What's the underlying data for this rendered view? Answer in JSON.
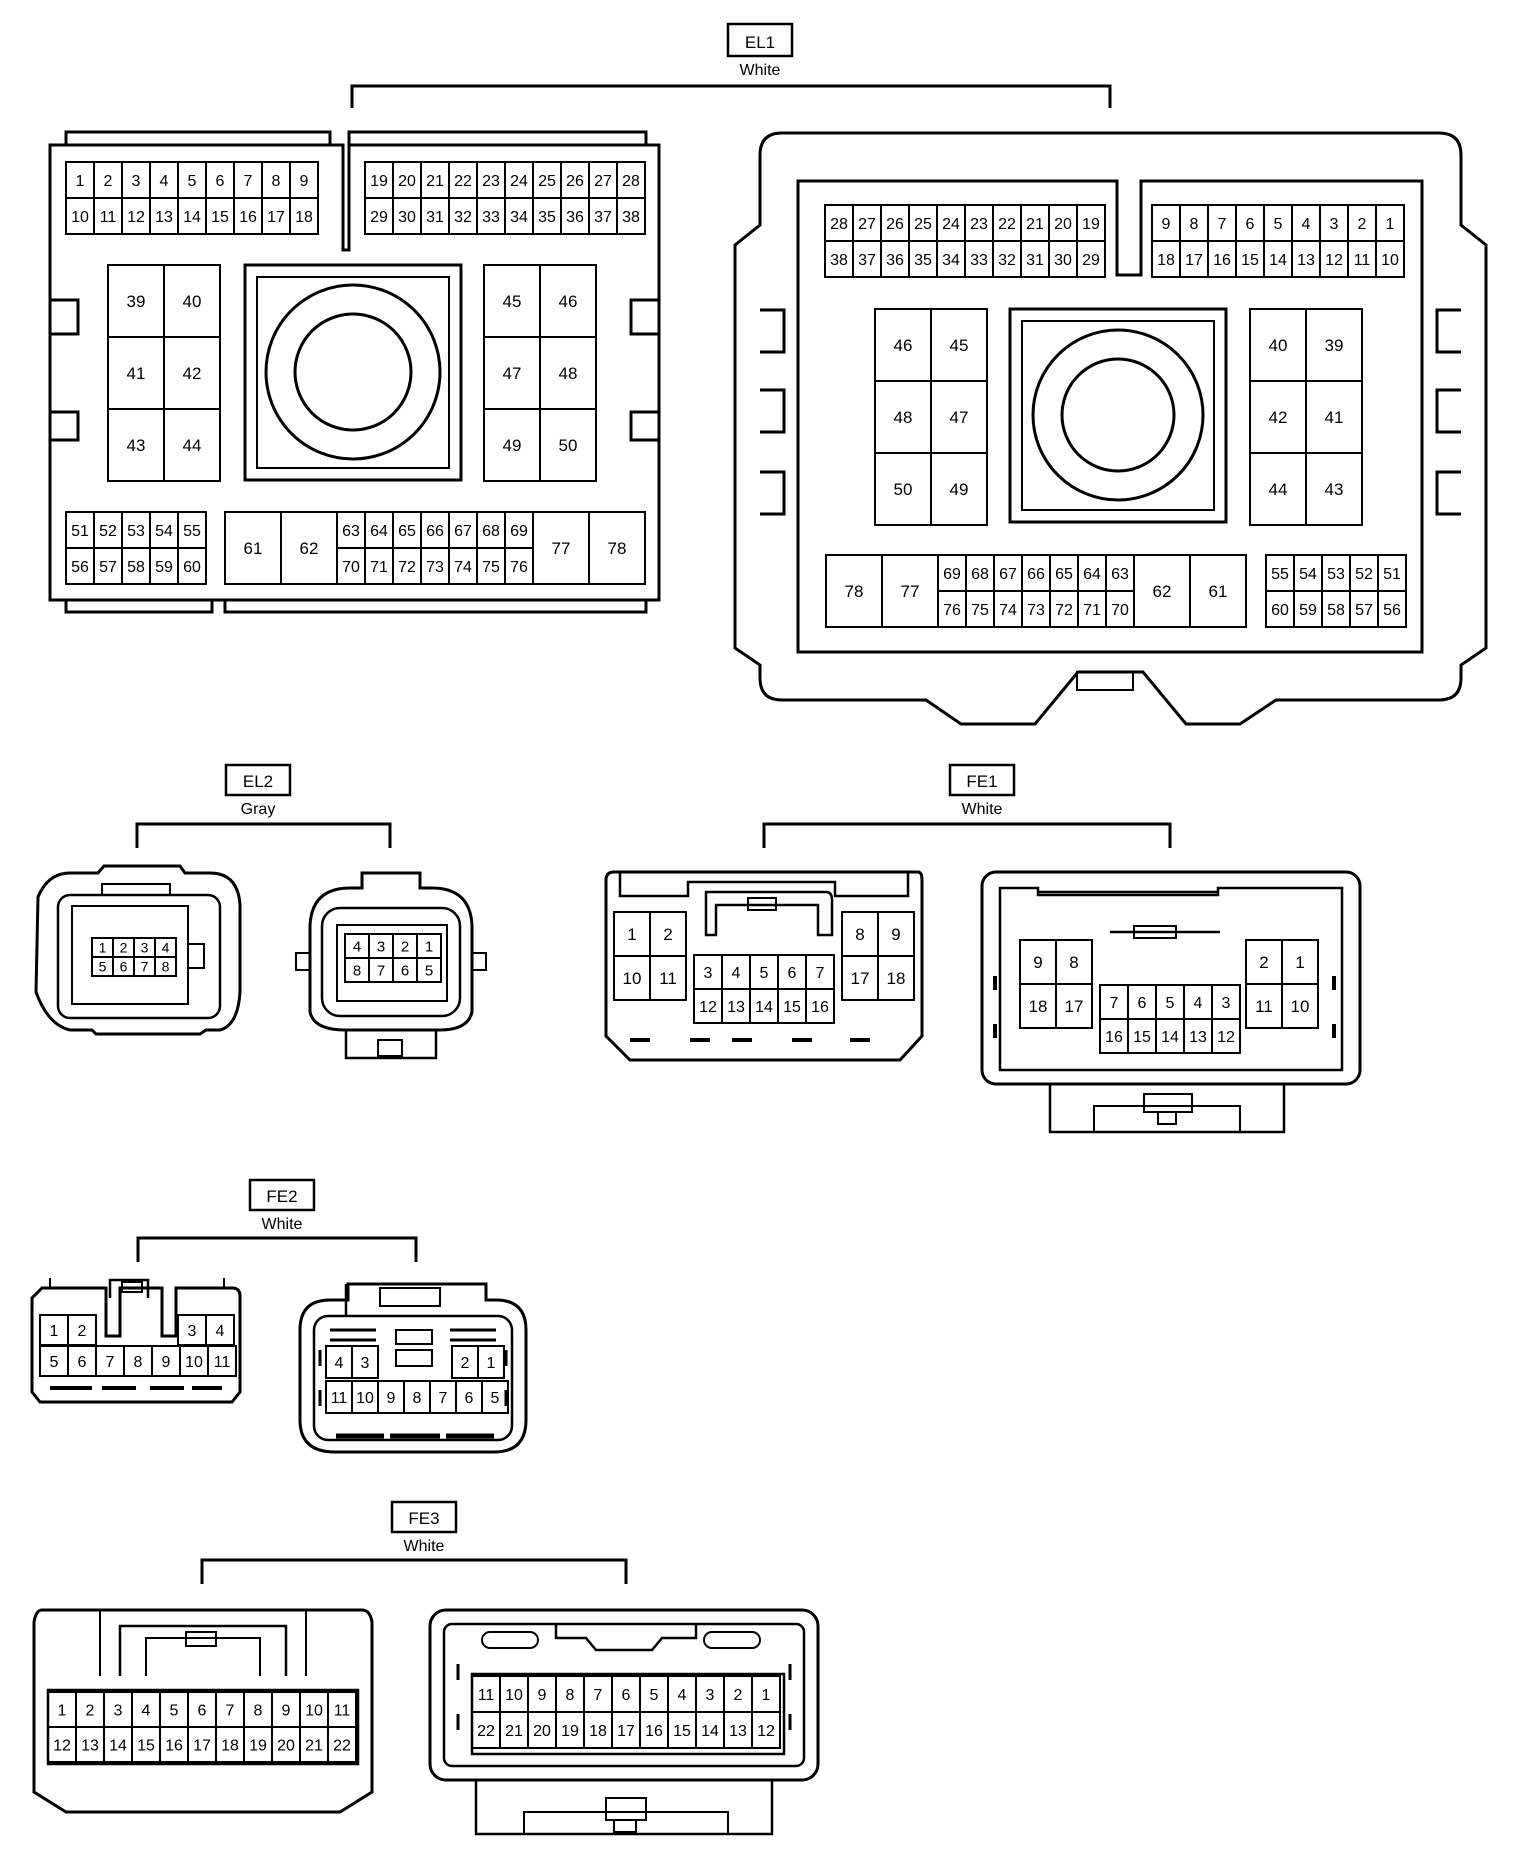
{
  "connectors": {
    "EL1": {
      "name": "EL1",
      "color": "White",
      "pins_top_a": [
        [
          "1",
          "2",
          "3",
          "4",
          "5",
          "6",
          "7",
          "8",
          "9"
        ],
        [
          "10",
          "11",
          "12",
          "13",
          "14",
          "15",
          "16",
          "17",
          "18"
        ]
      ],
      "pins_top_b": [
        [
          "19",
          "20",
          "21",
          "22",
          "23",
          "24",
          "25",
          "26",
          "27",
          "28"
        ],
        [
          "29",
          "30",
          "31",
          "32",
          "33",
          "34",
          "35",
          "36",
          "37",
          "38"
        ]
      ],
      "pins_block_l": [
        [
          "39",
          "40"
        ],
        [
          "41",
          "42"
        ],
        [
          "43",
          "44"
        ]
      ],
      "pins_block_r": [
        [
          "45",
          "46"
        ],
        [
          "47",
          "48"
        ],
        [
          "49",
          "50"
        ]
      ],
      "pins_bottom_l": [
        [
          "51",
          "52",
          "53",
          "54",
          "55"
        ],
        [
          "56",
          "57",
          "58",
          "59",
          "60"
        ]
      ],
      "pins_bottom_big_l": [
        "61",
        "62"
      ],
      "pins_bottom_mid": [
        [
          "63",
          "64",
          "65",
          "66",
          "67",
          "68",
          "69"
        ],
        [
          "70",
          "71",
          "72",
          "73",
          "74",
          "75",
          "76"
        ]
      ],
      "pins_bottom_big_r": [
        "77",
        "78"
      ],
      "mirror_top_a": [
        [
          "28",
          "27",
          "26",
          "25",
          "24",
          "23",
          "22",
          "21",
          "20",
          "19"
        ],
        [
          "38",
          "37",
          "36",
          "35",
          "34",
          "33",
          "32",
          "31",
          "30",
          "29"
        ]
      ],
      "mirror_top_b": [
        [
          "9",
          "8",
          "7",
          "6",
          "5",
          "4",
          "3",
          "2",
          "1"
        ],
        [
          "18",
          "17",
          "16",
          "15",
          "14",
          "13",
          "12",
          "11",
          "10"
        ]
      ],
      "mirror_block_l": [
        [
          "46",
          "45"
        ],
        [
          "48",
          "47"
        ],
        [
          "50",
          "49"
        ]
      ],
      "mirror_block_r": [
        [
          "40",
          "39"
        ],
        [
          "42",
          "41"
        ],
        [
          "44",
          "43"
        ]
      ],
      "mirror_bottom_big_l": [
        "78",
        "77"
      ],
      "mirror_bottom_mid": [
        [
          "69",
          "68",
          "67",
          "66",
          "65",
          "64",
          "63"
        ],
        [
          "76",
          "75",
          "74",
          "73",
          "72",
          "71",
          "70"
        ]
      ],
      "mirror_bottom_big_r": [
        "62",
        "61"
      ],
      "mirror_bottom_r": [
        [
          "55",
          "54",
          "53",
          "52",
          "51"
        ],
        [
          "60",
          "59",
          "58",
          "57",
          "56"
        ]
      ]
    },
    "EL2": {
      "name": "EL2",
      "color": "Gray",
      "pins_front": [
        [
          "1",
          "2",
          "3",
          "4"
        ],
        [
          "5",
          "6",
          "7",
          "8"
        ]
      ],
      "pins_rear": [
        [
          "4",
          "3",
          "2",
          "1"
        ],
        [
          "8",
          "7",
          "6",
          "5"
        ]
      ]
    },
    "FE1": {
      "name": "FE1",
      "color": "White",
      "front_left": [
        [
          "1",
          "2"
        ],
        [
          "10",
          "11"
        ]
      ],
      "front_center": [
        [
          "3",
          "4",
          "5",
          "6",
          "7"
        ],
        [
          "12",
          "13",
          "14",
          "15",
          "16"
        ]
      ],
      "front_right": [
        [
          "8",
          "9"
        ],
        [
          "17",
          "18"
        ]
      ],
      "rear_left": [
        [
          "9",
          "8"
        ],
        [
          "18",
          "17"
        ]
      ],
      "rear_center": [
        [
          "7",
          "6",
          "5",
          "4",
          "3"
        ],
        [
          "16",
          "15",
          "14",
          "13",
          "12"
        ]
      ],
      "rear_right": [
        [
          "2",
          "1"
        ],
        [
          "11",
          "10"
        ]
      ]
    },
    "FE2": {
      "name": "FE2",
      "color": "White",
      "front_top_left": [
        "1",
        "2"
      ],
      "front_top_right": [
        "3",
        "4"
      ],
      "front_bottom": [
        "5",
        "6",
        "7",
        "8",
        "9",
        "10",
        "11"
      ],
      "rear_top_left": [
        "4",
        "3"
      ],
      "rear_top_right": [
        "2",
        "1"
      ],
      "rear_bottom": [
        "11",
        "10",
        "9",
        "8",
        "7",
        "6",
        "5"
      ]
    },
    "FE3": {
      "name": "FE3",
      "color": "White",
      "pins_front": [
        [
          "1",
          "2",
          "3",
          "4",
          "5",
          "6",
          "7",
          "8",
          "9",
          "10",
          "11"
        ],
        [
          "12",
          "13",
          "14",
          "15",
          "16",
          "17",
          "18",
          "19",
          "20",
          "21",
          "22"
        ]
      ],
      "pins_rear": [
        [
          "11",
          "10",
          "9",
          "8",
          "7",
          "6",
          "5",
          "4",
          "3",
          "2",
          "1"
        ],
        [
          "22",
          "21",
          "20",
          "19",
          "18",
          "17",
          "16",
          "15",
          "14",
          "13",
          "12"
        ]
      ]
    }
  }
}
